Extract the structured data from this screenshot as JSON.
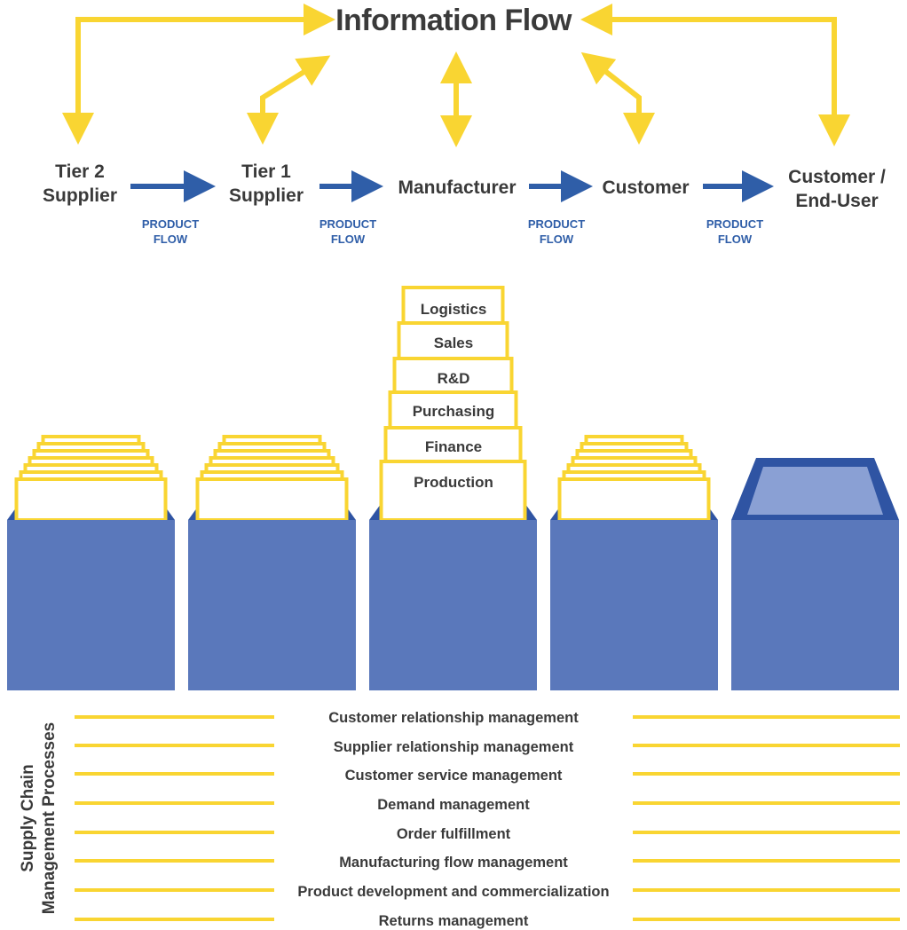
{
  "title": "Information Flow",
  "nodes": [
    {
      "line1": "Tier 2",
      "line2": "Supplier"
    },
    {
      "line1": "Tier 1",
      "line2": "Supplier"
    },
    {
      "line1": "Manufacturer",
      "line2": ""
    },
    {
      "line1": "Customer",
      "line2": ""
    },
    {
      "line1": "Customer /",
      "line2": "End-User"
    }
  ],
  "product_flow": {
    "line1": "PRODUCT",
    "line2": "FLOW"
  },
  "functions": [
    "Logistics",
    "Sales",
    "R&D",
    "Purchasing",
    "Finance",
    "Production"
  ],
  "side_label": {
    "line1": "Supply Chain",
    "line2": "Management Processes"
  },
  "processes": [
    "Customer relationship management",
    "Supplier relationship management",
    "Customer service management",
    "Demand management",
    "Order fulfillment",
    "Manufacturing flow management",
    "Product development and commercialization",
    "Returns management"
  ],
  "colors": {
    "yellow": "#f9d532",
    "arrow_blue": "#2f5ea8",
    "box_blue": "#5a78bb",
    "flap_blue": "#2f54a3",
    "text": "#3a3a3a"
  }
}
